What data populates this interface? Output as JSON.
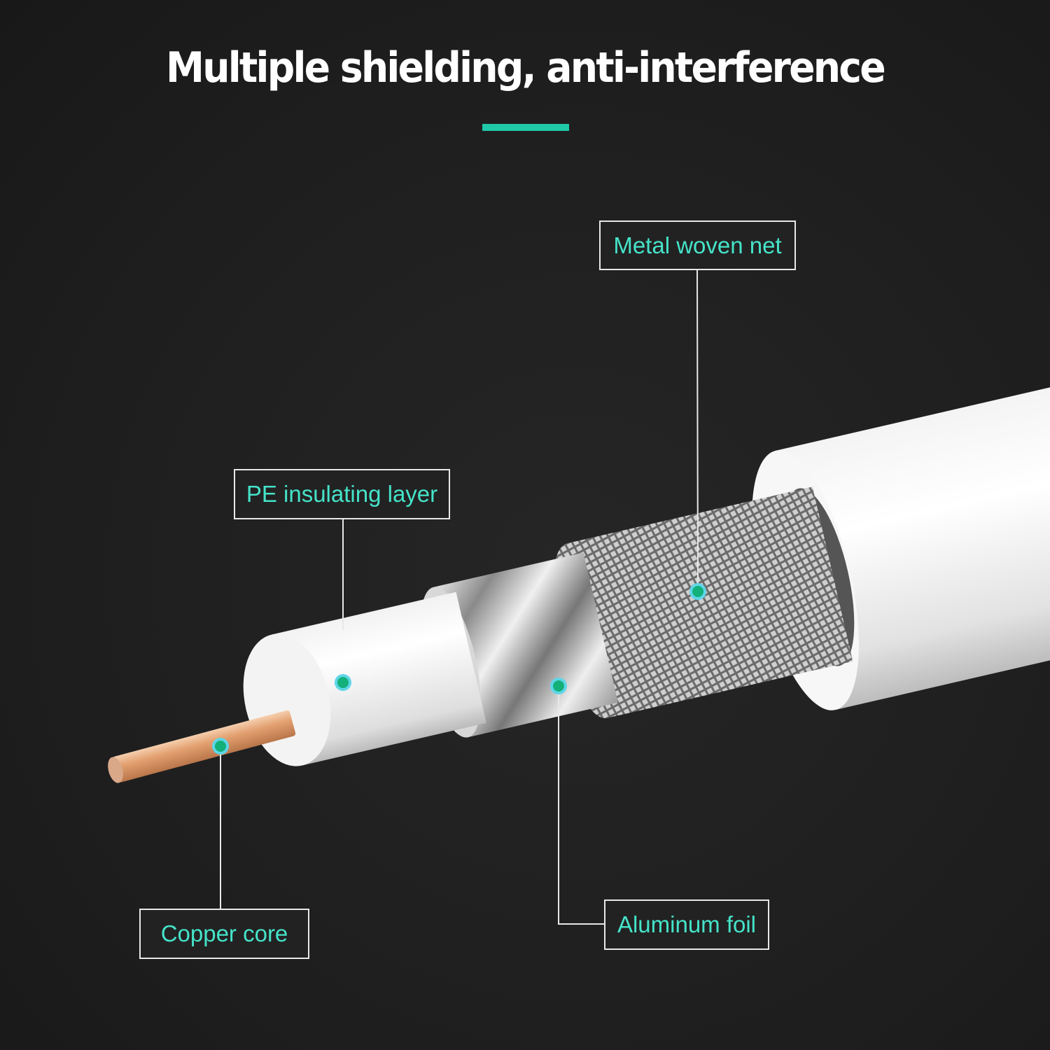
{
  "title": "Multiple shielding, anti-interference",
  "accent_color": "#1fc9a8",
  "labels": {
    "metal_woven_net": "Metal woven net",
    "pe_insulating_layer": "PE insulating layer",
    "copper_core": "Copper core",
    "aluminum_foil": "Aluminum foil"
  }
}
